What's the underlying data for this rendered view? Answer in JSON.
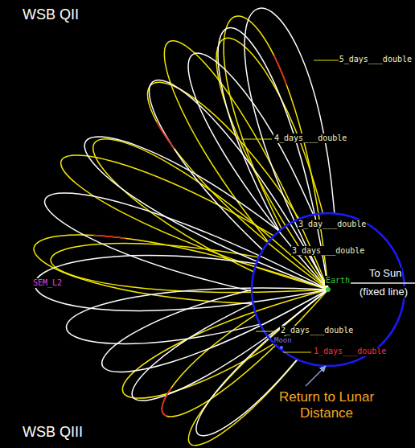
{
  "diagram": {
    "labels": [
      "WSB QII",
      "5_days___double",
      "4_days___double",
      "3_day___double",
      "3_days___double",
      "2_days___double",
      "1_days___double",
      "SEM_L2",
      "Earth",
      "Moon",
      "To Sun",
      "(fixed line)",
      "Return to Lunar Distance",
      "WSB QIII"
    ]
  }
}
